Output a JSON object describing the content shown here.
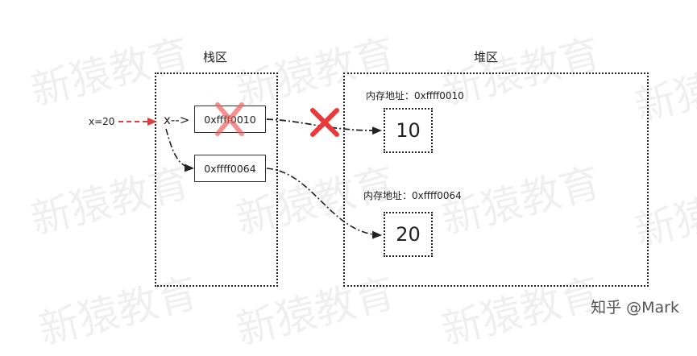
{
  "watermark": "新猿教育",
  "stack": {
    "title": "栈区",
    "var_label": "x-->",
    "entries": [
      "0xffff0010",
      "0xffff0064"
    ]
  },
  "heap": {
    "title": "堆区",
    "blocks": [
      {
        "addr_label": "内存地址：0xffff0010",
        "value": "10"
      },
      {
        "addr_label": "内存地址：0xffff0064",
        "value": "20"
      }
    ]
  },
  "assign_label": "x=20",
  "footer": "知乎 @Mark",
  "colors": {
    "assign_arrow": "#e03c3c",
    "cross": "#e83a3a",
    "stroke": "#222222"
  },
  "icons": [
    "cross-icon"
  ]
}
